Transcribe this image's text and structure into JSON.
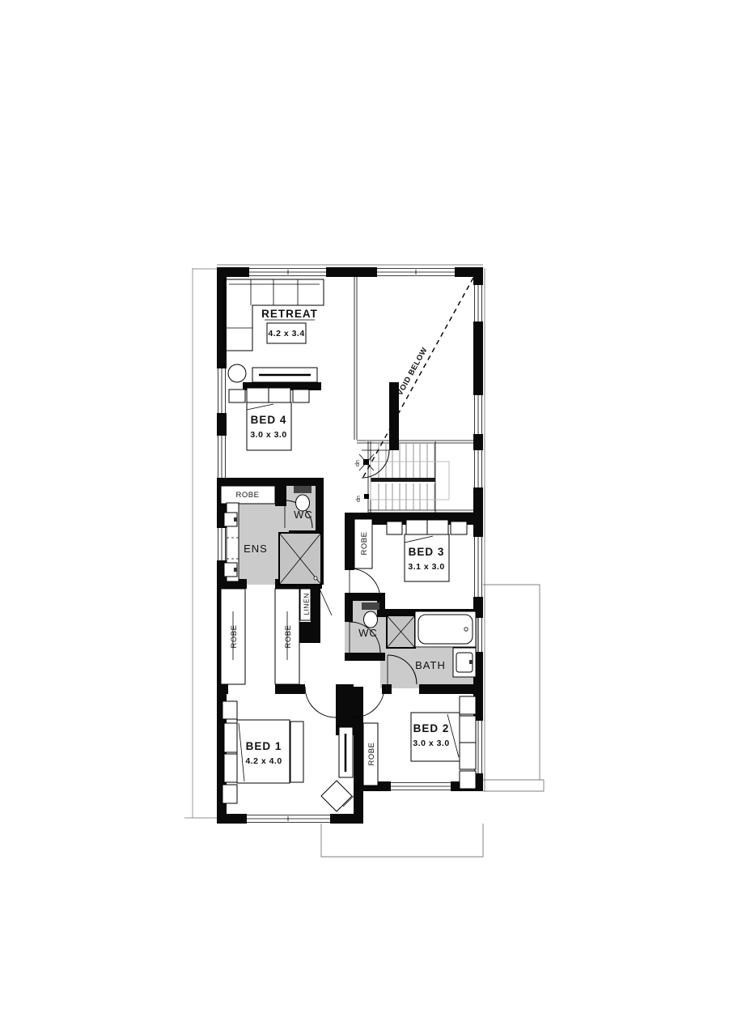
{
  "plan": {
    "rooms": {
      "retreat": {
        "name": "RETREAT",
        "dims": "4.2 x 3.4"
      },
      "bed4": {
        "name": "BED 4",
        "dims": "3.0 x 3.0"
      },
      "bed3": {
        "name": "BED 3",
        "dims": "3.1 x 3.0"
      },
      "bed2": {
        "name": "BED 2",
        "dims": "3.0 x 3.0"
      },
      "bed1": {
        "name": "BED 1",
        "dims": "4.2 x 4.0"
      },
      "ens": {
        "name": "ENS"
      },
      "wc_upper": {
        "name": "WC"
      },
      "wc_lower": {
        "name": "WC"
      },
      "bath": {
        "name": "BATH"
      },
      "void": {
        "name": "VOID BELOW"
      }
    },
    "storage": {
      "robe_bed4": "ROBE",
      "robe_bed3": "ROBE",
      "robe_wir_left": "ROBE",
      "robe_wir_right": "ROBE",
      "robe_bed2": "ROBE",
      "linen": "LINEN"
    },
    "stairs": {
      "down_upper": "dn",
      "down_lower": "dn"
    },
    "colors": {
      "wall": "#0a0a0a",
      "wet_floor": "#cbcbcb",
      "background": "#ffffff",
      "boundary_line": "#909090"
    }
  }
}
